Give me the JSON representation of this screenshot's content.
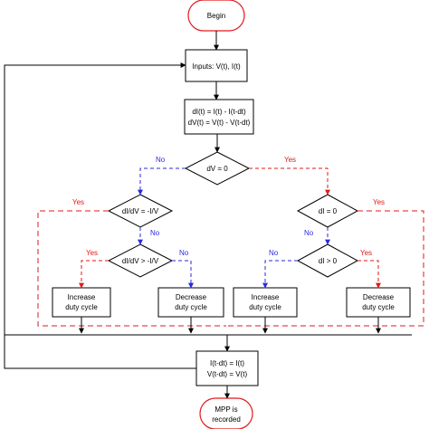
{
  "nodes": {
    "begin": "Begin",
    "inputs": "Inputs: V(t), I(t)",
    "delta_line1": "dI(t) = I(t) - I(t-dt)",
    "delta_line2": "dV(t) = V(t) - V(t-dt)",
    "dv_zero": "dV = 0",
    "didv_eq": "dI/dV = -I/V",
    "didv_gt": "dI/dV > -I/V",
    "di_zero": "dI = 0",
    "di_gt": "dI > 0",
    "inc_left_1": "Increase",
    "inc_left_2": "duty cycle",
    "dec_left_1": "Decrease",
    "dec_left_2": "duty cycle",
    "inc_right_1": "Increase",
    "inc_right_2": "duty cycle",
    "dec_right_1": "Decrease",
    "dec_right_2": "duty cycle",
    "update_line1": "I(t-dt) = I(t)",
    "update_line2": "V(t-dt) = V(t)",
    "mpp_line1": "MPP is",
    "mpp_line2": "recorded"
  },
  "edge_labels": {
    "yes": "Yes",
    "no": "No"
  },
  "colors": {
    "yes_arrow": "#e11919",
    "no_arrow": "#2a2adf",
    "flow_line": "#000000",
    "terminator_border": "#e11919"
  }
}
